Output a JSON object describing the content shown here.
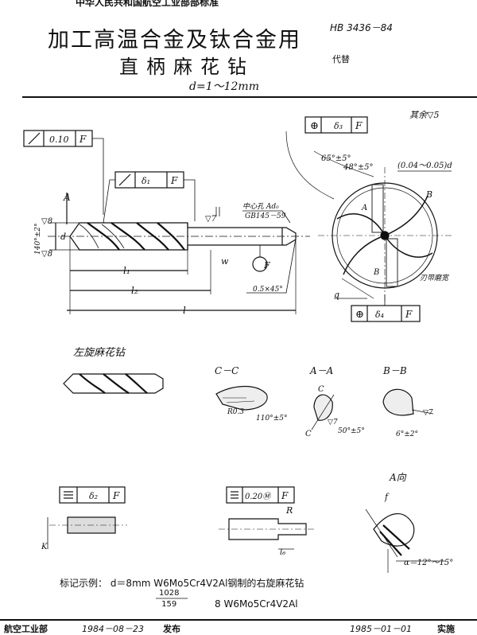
{
  "header": {
    "top_cut": "中华人民共和国航空工业部部标准",
    "title_line1": "加工高温合金及钛合金用",
    "title_line2": "直柄麻花钻",
    "range": "d=1～12mm",
    "std_no": "HB 3436－84",
    "replaces": "代替"
  },
  "drawing": {
    "roughness_rest": "其余▽5",
    "tol_top": "0.10",
    "datum_f": "F",
    "delta1": "δ₁",
    "delta3": "δ₃",
    "delta4": "δ₄",
    "delta2": "δ₂",
    "angle_65": "65°±5°",
    "angle_48": "48°±5°",
    "taper": "(0.04～0.05)d",
    "center_hole": "中心孔 Ad₀",
    "center_std": "GB145－59",
    "chamfer": "0.5×45°",
    "rough7": "▽7",
    "rough8a": "▽8",
    "rough8b": "▽8",
    "label_A": "A",
    "label_B": "B",
    "label_C": "C",
    "label_d": "d",
    "label_l1": "l₁",
    "label_l2": "l₂",
    "label_l": "l",
    "label_w": "w",
    "label_q": "q",
    "tol_140": "140°±2°",
    "rib": "刃带磨宽",
    "left_hand": "左旋麻花钻",
    "sec_cc": "C－C",
    "sec_aa": "A－A",
    "sec_bb": "B－B",
    "r03": "R0.3",
    "ang_110": "110°±5°",
    "ang_50": "50°±5°",
    "ang_6": "6°±2°",
    "r7b": "▽7",
    "r7c": "▽7",
    "view_a": "A向",
    "tol_020": "0.20Ⓜ",
    "label_k": "K",
    "label_R": "R",
    "label_l6": "l₆",
    "label_f": "f",
    "alpha": "α＝12°～15°"
  },
  "marking": {
    "line1": "标记示例：  d＝8mm   W6Mo5Cr4V2Al钢制的右旋麻花钻",
    "frac_num": "1028",
    "frac_den": "159",
    "line2": "8   W6Mo5Cr4V2Al"
  },
  "footer": {
    "org": "航空工业部",
    "date1": "1984－08－23",
    "publish": "发布",
    "date2": "1985－01－01",
    "implement": "实施"
  }
}
